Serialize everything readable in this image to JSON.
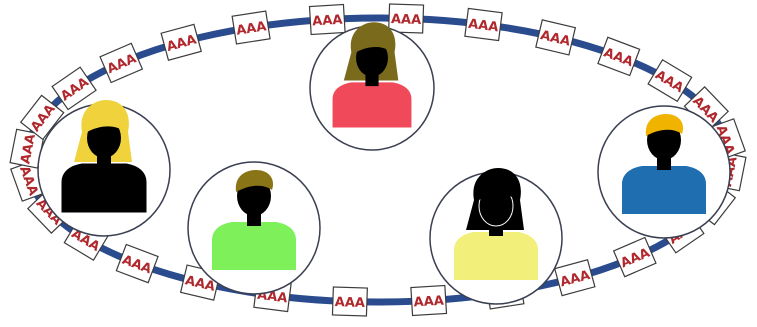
{
  "diagram": {
    "ring_color": "#2b4b8f",
    "tile_mark": "AAA",
    "tile_text_color": "#b0282d",
    "tile_border_color": "#3c3c3c",
    "tile_count": 28,
    "avatar_border_color": "#3a3f52",
    "people": [
      {
        "name": "person-top-center",
        "gender": "female",
        "hair": "#7a6a1c",
        "shirt": "#f04a5a",
        "skin": "#000000"
      },
      {
        "name": "person-left",
        "gender": "female",
        "hair": "#f0d23c",
        "shirt": "#000000",
        "skin": "#000000"
      },
      {
        "name": "person-lower-left",
        "gender": "male",
        "hair": "#8a7418",
        "shirt": "#7df05a",
        "skin": "#000000"
      },
      {
        "name": "person-lower-right",
        "gender": "female",
        "hair": "#000000",
        "shirt": "#f2f07a",
        "skin": "#000000"
      },
      {
        "name": "person-right",
        "gender": "male",
        "hair": "#f0b400",
        "shirt": "#1f6fb0",
        "skin": "#000000"
      }
    ]
  }
}
